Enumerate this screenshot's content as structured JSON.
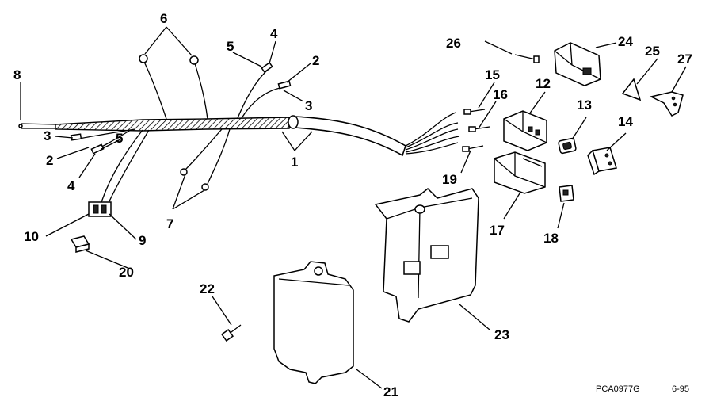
{
  "figure_code": "PCA0977G",
  "figure_date": "6-95",
  "callouts": {
    "c1": "1",
    "c2a": "2",
    "c2b": "2",
    "c3a": "3",
    "c3b": "3",
    "c4a": "4",
    "c4b": "4",
    "c5a": "5",
    "c5b": "5",
    "c6": "6",
    "c7": "7",
    "c8": "8",
    "c9": "9",
    "c10": "10",
    "c12": "12",
    "c13": "13",
    "c14": "14",
    "c15": "15",
    "c16": "16",
    "c17": "17",
    "c18": "18",
    "c19": "19",
    "c20": "20",
    "c21": "21",
    "c22": "22",
    "c23": "23",
    "c24": "24",
    "c25": "25",
    "c26": "26",
    "c27": "27"
  }
}
